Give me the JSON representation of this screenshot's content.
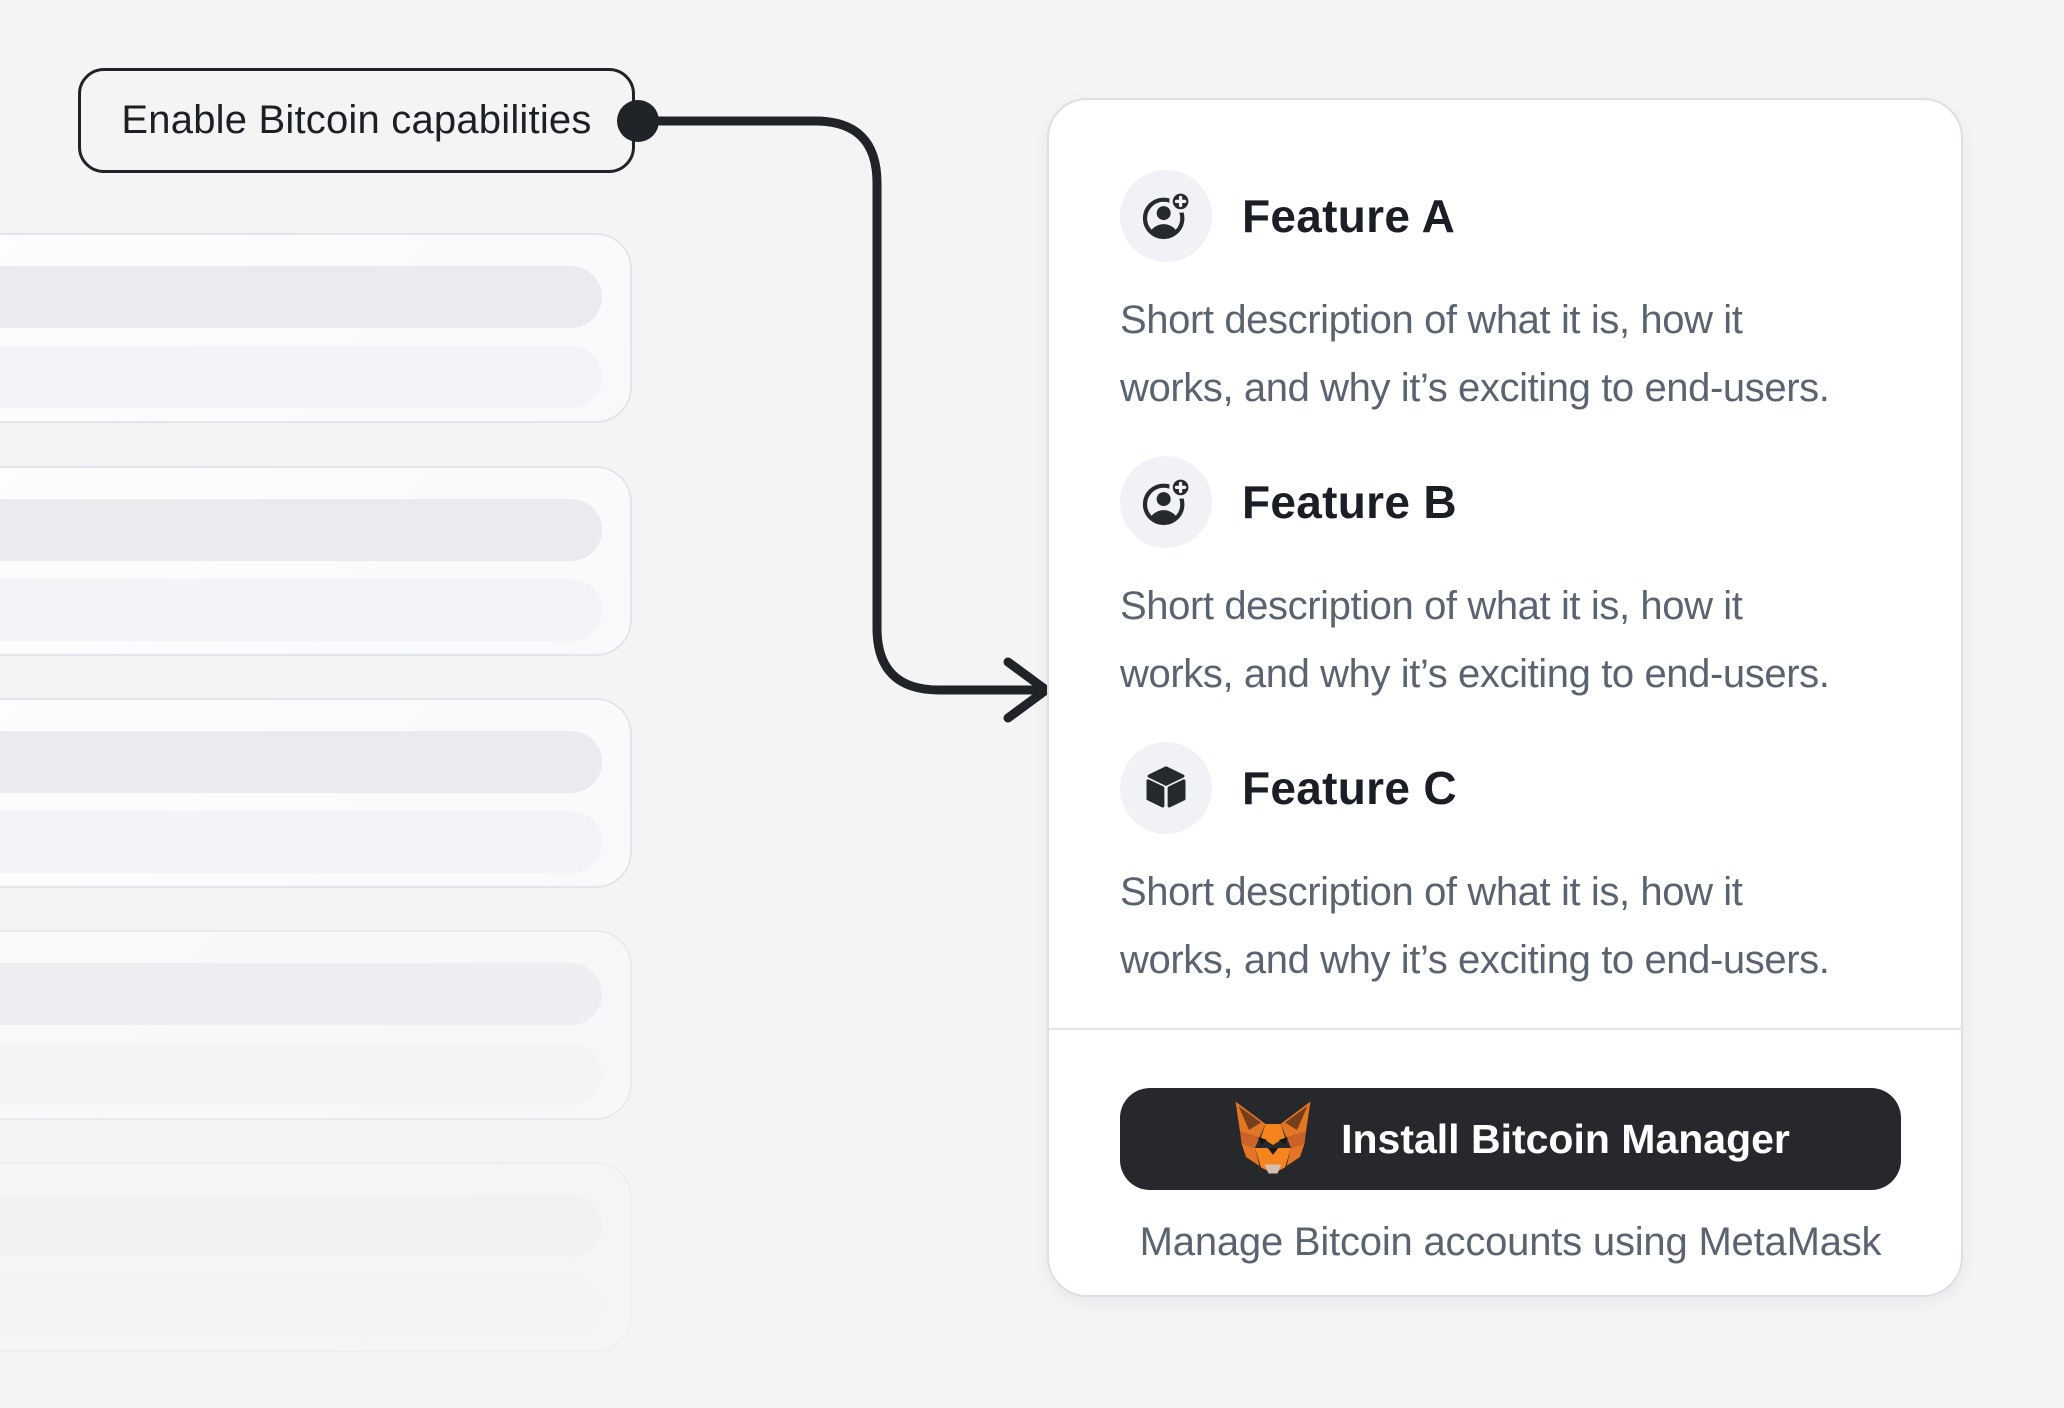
{
  "callout": {
    "label": "Enable Bitcoin capabilities"
  },
  "panel": {
    "features": [
      {
        "title": "Feature A",
        "icon": "user-add-icon",
        "description": "Short description of what it is, how it works, and why it’s exciting to end-users.",
        "description_lines": [
          "Short description of what it is, how it",
          "works, and why it’s exciting to end-users."
        ]
      },
      {
        "title": "Feature B",
        "icon": "user-add-icon",
        "description": "Short description of what it is, how it works, and why it’s exciting to end-users.",
        "description_lines": [
          "Short description of what it is, how it",
          "works, and why it’s exciting to end-users."
        ]
      },
      {
        "title": "Feature C",
        "icon": "cube-icon",
        "description": "Short description of what it is, how it works, and why it’s exciting to end-users.",
        "description_lines": [
          "Short description of what it is, how it",
          "works, and why it’s exciting to end-users."
        ]
      }
    ],
    "footer": {
      "button_label": "Install Bitcoin Manager",
      "button_icon": "metamask-fox-icon",
      "caption": "Manage Bitcoin accounts using MetaMask"
    }
  },
  "skeleton": {
    "card_count": 5
  },
  "colors": {
    "page_bg": "#f4f4f5",
    "accent_dark": "#26282c",
    "connector": "#202327",
    "text_primary": "#1b1e24",
    "text_secondary": "#5b6370",
    "card_border": "#dcdfe4",
    "fox_orange": "#e27625"
  }
}
